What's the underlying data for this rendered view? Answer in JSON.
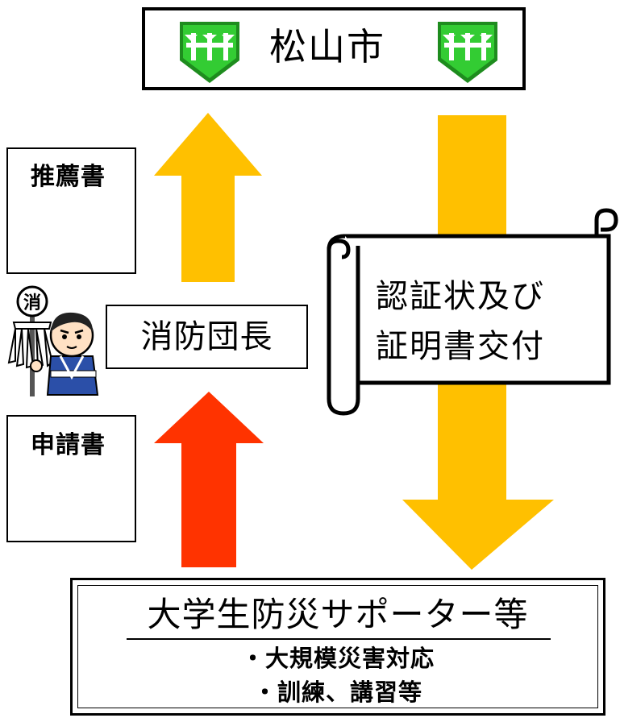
{
  "city": {
    "name": "松山市",
    "emblem_icon": "matsuyama-city-emblem-icon"
  },
  "documents": {
    "recommendation": "推薦書",
    "application": "申請書"
  },
  "chief": {
    "label": "消防団長",
    "figure_badge": "消",
    "figure_icon": "firefighter-chief-icon"
  },
  "scroll": {
    "line1": "認証状及び",
    "line2": "証明書交付"
  },
  "bottom": {
    "title": "大学生防災サポーター等",
    "items": [
      "・大規模災害対応",
      "・訓練、講習等"
    ]
  },
  "colors": {
    "arrow_yellow": "#FFC000",
    "arrow_red": "#FF3300",
    "emblem_green": "#33CC33",
    "emblem_dark": "#1E8C1E"
  }
}
